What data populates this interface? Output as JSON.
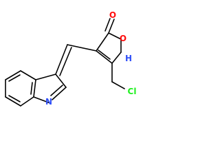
{
  "molecule": {
    "atoms": {
      "o_carbonyl": {
        "symbol": "O",
        "color": "#ff0d0d"
      },
      "o_ring": {
        "symbol": "O",
        "color": "#ff0d0d"
      },
      "n_h": {
        "symbol": "H",
        "color": "#3050f8"
      },
      "n_ring": {
        "symbol": "N",
        "color": "#3050f8"
      },
      "cl": {
        "symbol": "Cl",
        "color": "#1ff01f"
      }
    },
    "bond_color": "#000000"
  }
}
